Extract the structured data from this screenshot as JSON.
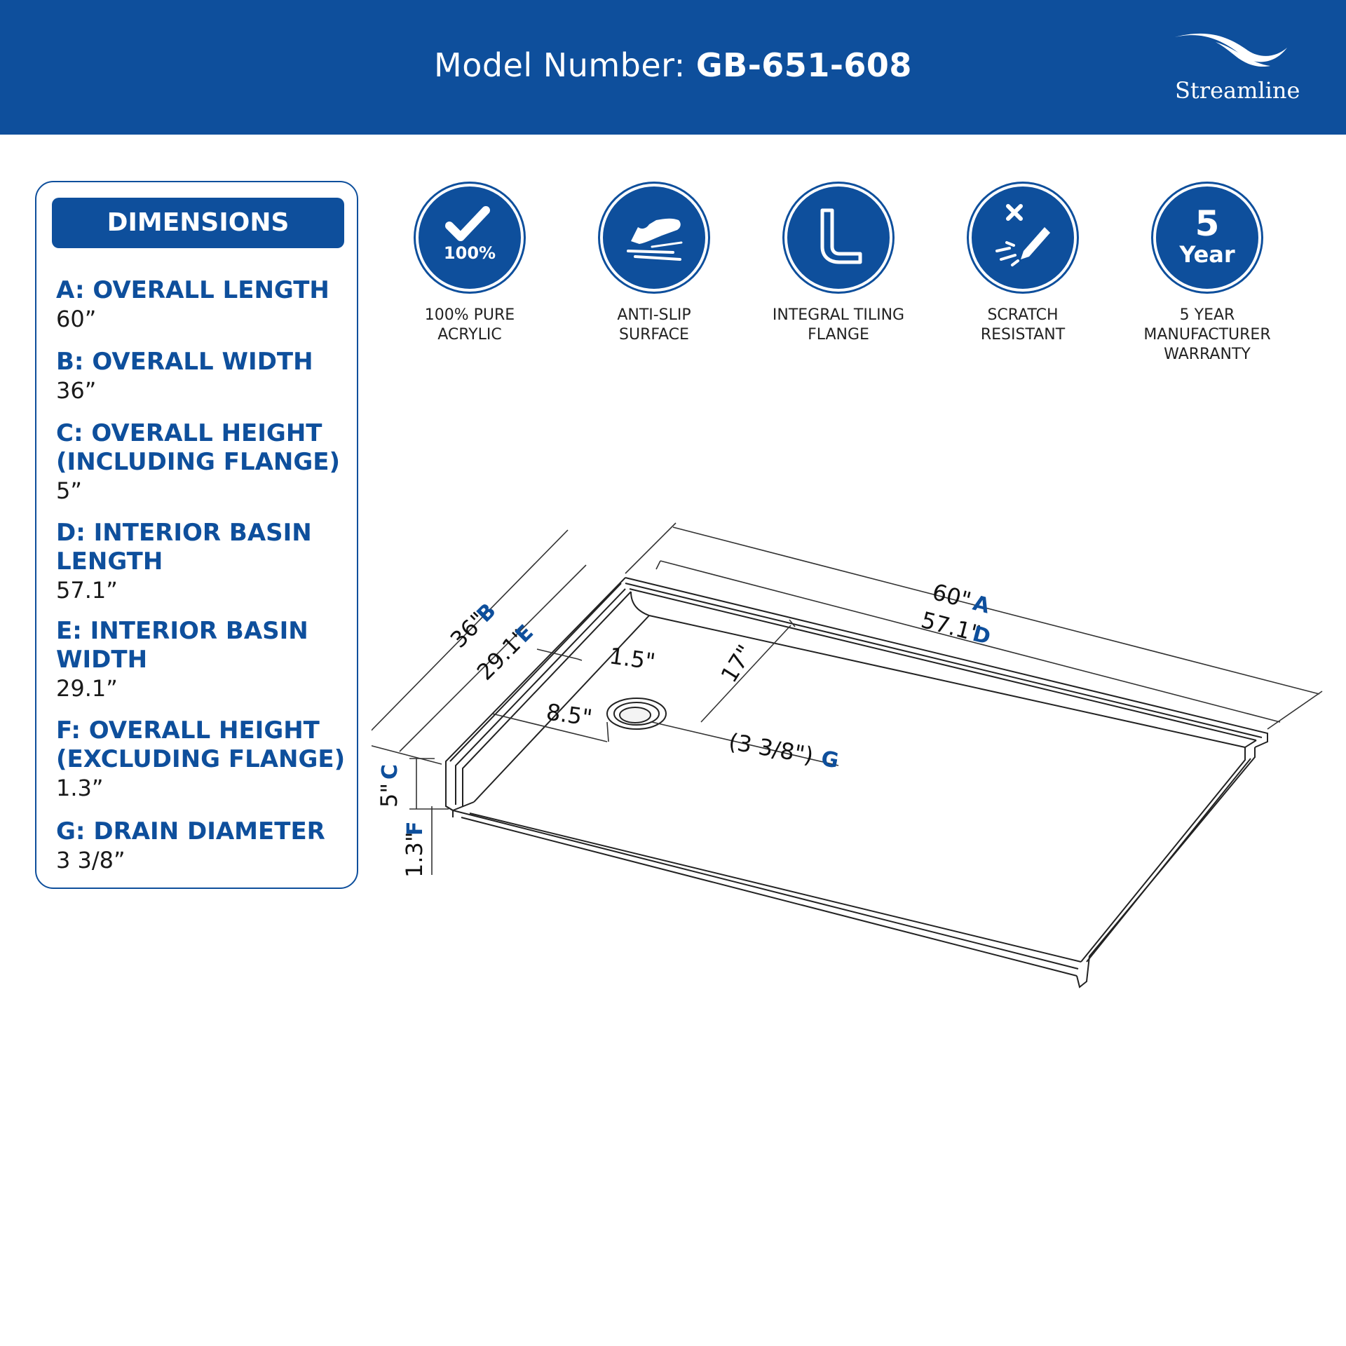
{
  "header": {
    "model_prefix": "Model Number: ",
    "model_number": "GB-651-608",
    "brand": "Streamline"
  },
  "dimensions": {
    "title": "DIMENSIONS",
    "items": [
      {
        "label": "A: OVERALL LENGTH",
        "value": "60”"
      },
      {
        "label": "B: OVERALL WIDTH",
        "value": "36”"
      },
      {
        "label": "C: OVERALL HEIGHT\n(INCLUDING FLANGE)",
        "value": "5”"
      },
      {
        "label": "D: INTERIOR BASIN\nLENGTH",
        "value": "57.1”"
      },
      {
        "label": "E: INTERIOR BASIN\nWIDTH",
        "value": "29.1”"
      },
      {
        "label": "F: OVERALL HEIGHT\n(EXCLUDING FLANGE)",
        "value": "1.3”"
      },
      {
        "label": "G: DRAIN DIAMETER",
        "value": "3 3/8”"
      }
    ]
  },
  "features": [
    {
      "icon": "checkmark-100-icon",
      "badge": "100%",
      "label": "100% PURE\nACRYLIC"
    },
    {
      "icon": "anti-slip-shoe-icon",
      "label": "ANTI-SLIP\nSURFACE"
    },
    {
      "icon": "tiling-flange-icon",
      "label": "INTEGRAL TILING\nFLANGE"
    },
    {
      "icon": "scratch-resistant-icon",
      "label": "SCRATCH\nRESISTANT"
    },
    {
      "icon": "warranty-5-year-icon",
      "badge_number": "5",
      "badge_text": "Year",
      "label": "5 YEAR\nMANUFACTURER\nWARRANTY"
    }
  ],
  "drawing": {
    "dim_a": {
      "value": "60\"",
      "letter": "A"
    },
    "dim_d": {
      "value": "57.1\"",
      "letter": "D"
    },
    "dim_b": {
      "value": "36\"",
      "letter": "B"
    },
    "dim_e": {
      "value": "29.1\"",
      "letter": "E"
    },
    "dim_c": {
      "value": "5\"",
      "letter": "C"
    },
    "dim_f": {
      "value": "1.3\"",
      "letter": "F"
    },
    "dim_g": {
      "value": "(3 3/8\")",
      "letter": "G"
    },
    "drain_offset_side": "1.5\"",
    "drain_offset_x": "8.5\"",
    "drain_offset_y": "17\""
  },
  "colors": {
    "brand_blue": "#0e4f9c",
    "background": "#ffffff",
    "line": "#222222"
  }
}
